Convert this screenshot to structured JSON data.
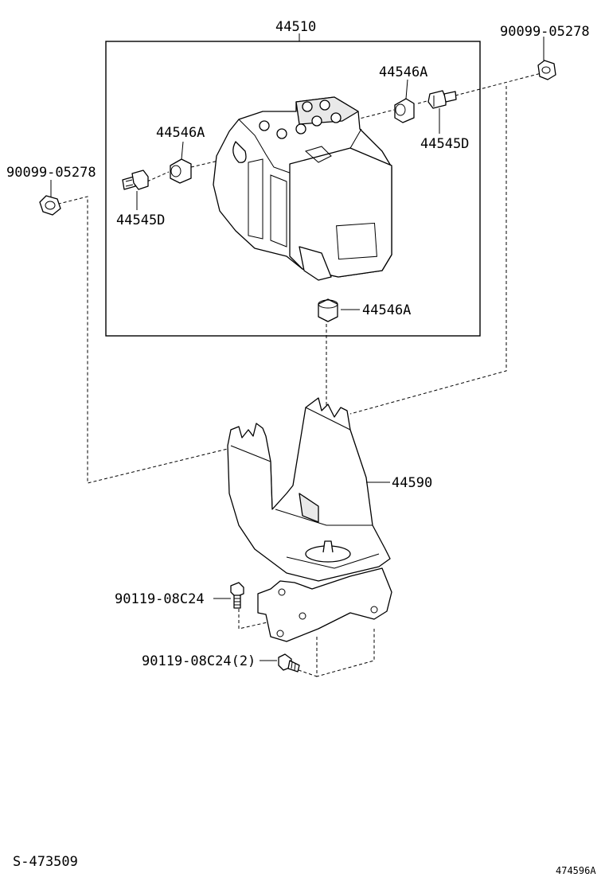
{
  "labels": {
    "assembly_main": "44510",
    "nut_right": "90099-05278",
    "nut_left": "90099-05278",
    "cushion_top_right": "44546A",
    "cushion_left": "44546A",
    "cushion_bottom": "44546A",
    "bolt_right": "44545D",
    "bolt_left": "44545D",
    "bracket": "44590",
    "bolt_bracket": "90119-08C24",
    "bolt_bracket_qty": "90119-08C24(2)",
    "sheet_ref": "S-473509",
    "illustration_ref": "474596A"
  }
}
